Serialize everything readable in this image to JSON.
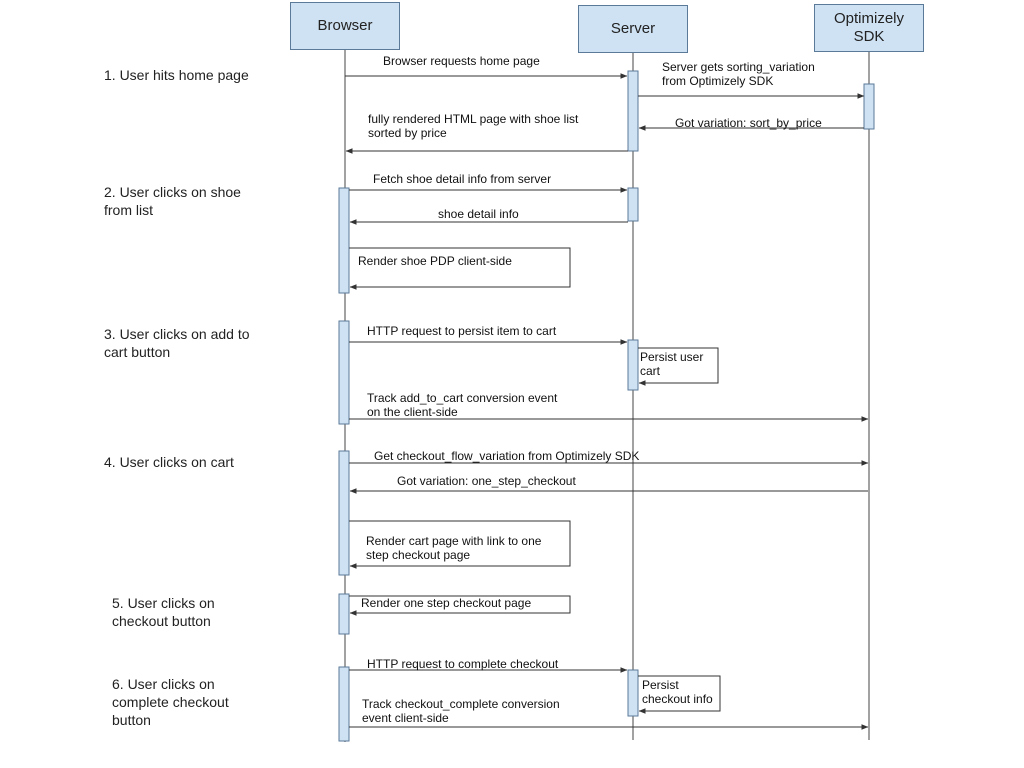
{
  "participants": {
    "browser": "Browser",
    "server": "Server",
    "sdk_line1": "Optimizely",
    "sdk_line2": "SDK"
  },
  "steps": [
    [
      "1. User hits home page"
    ],
    [
      "2. User clicks on shoe",
      "from list"
    ],
    [
      "3. User clicks on add to",
      "cart button"
    ],
    [
      "4. User clicks on cart"
    ],
    [
      "5. User clicks on",
      "checkout button"
    ],
    [
      "6. User clicks on",
      "complete checkout",
      "button"
    ]
  ],
  "messages": [
    [
      "Browser requests home page"
    ],
    [
      "Server gets sorting_variation",
      "from Optimizely SDK"
    ],
    [
      "Got variation: sort_by_price"
    ],
    [
      "fully rendered HTML page with shoe list",
      "sorted by price"
    ],
    [
      "Fetch shoe detail info from server"
    ],
    [
      "shoe detail info"
    ],
    [
      "Render shoe PDP client-side"
    ],
    [
      "HTTP request to persist item to cart"
    ],
    [
      "Persist user",
      "cart"
    ],
    [
      "Track add_to_cart conversion event",
      "on the client-side"
    ],
    [
      "Get checkout_flow_variation from Optimizely SDK"
    ],
    [
      "Got variation: one_step_checkout"
    ],
    [
      "Render cart page with link to one",
      "step checkout page"
    ],
    [
      "Render one step checkout page"
    ],
    [
      "HTTP request to complete checkout"
    ],
    [
      "Persist",
      "checkout info"
    ],
    [
      "Track checkout_complete conversion",
      "event client-side"
    ]
  ],
  "colors": {
    "box_fill": "#cfe2f3",
    "box_stroke": "#5b7a99",
    "lifeline": "#444444",
    "arrow": "#333333"
  }
}
